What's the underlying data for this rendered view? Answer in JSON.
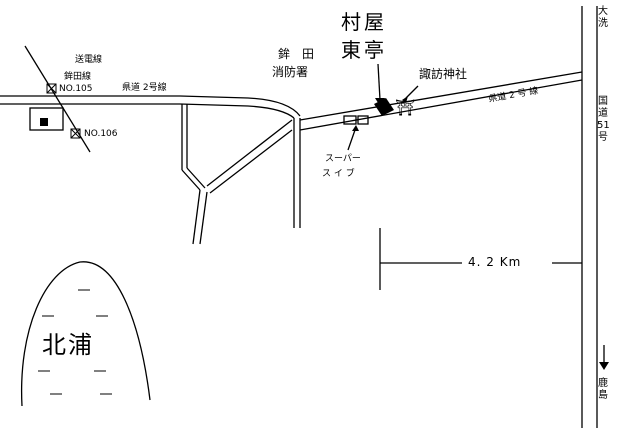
{
  "map": {
    "restaurant_name_line1": "村屋",
    "restaurant_name_line2": "東亭",
    "fire_station_line1": "鉾　田",
    "fire_station_line2": "消防署",
    "shrine": "諏訪神社",
    "shrine_symbol": "⛩",
    "supermarket_line1": "スーパー",
    "supermarket_line2": "ス イ ブ",
    "power_line_label": "送電線",
    "power_line_name": "鉾田線",
    "pylon_105": "NO.105",
    "pylon_106": "NO.106",
    "prefectural_road_left": "県道 2号線",
    "prefectural_road_right": "県道 2 号 線",
    "route_51": "国道51号",
    "top_destination": "大洗",
    "bottom_destination": "鹿島",
    "distance": "4. 2 Km",
    "lake": "北浦",
    "pylon_icon": "boxed-x-icon",
    "arrow_icon": "arrow-down-icon"
  }
}
